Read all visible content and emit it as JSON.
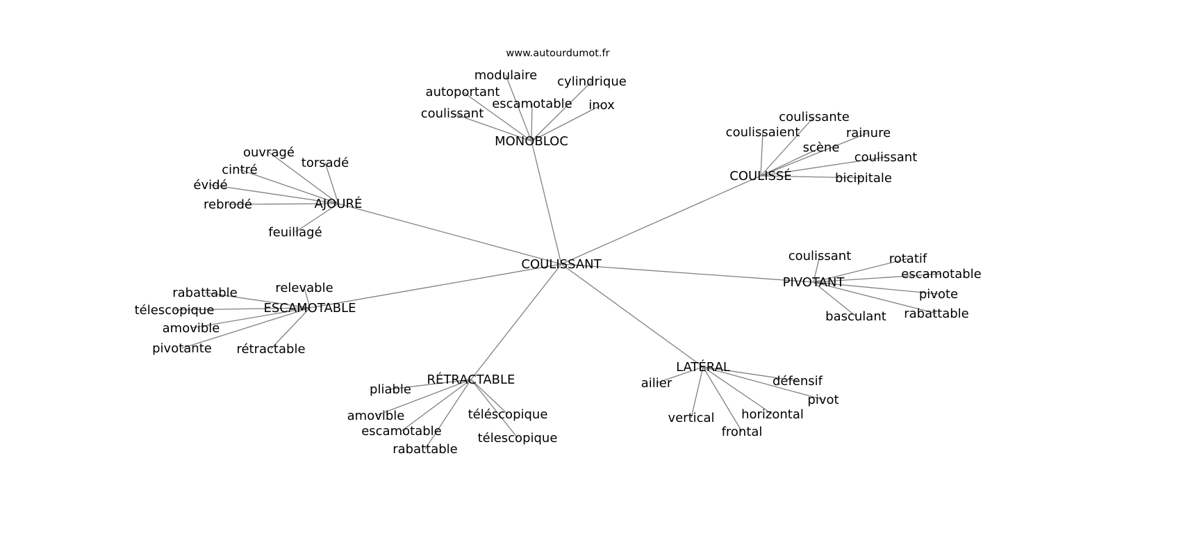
{
  "title": "www.autourdumot.fr",
  "colors": {
    "edge": "#808080",
    "text": "#000000",
    "background": "#ffffff"
  },
  "root": "COULISSANT",
  "groups": [
    {
      "label": "MONOBLOC",
      "children": [
        "coulissant",
        "autoportant",
        "modulaire",
        "cylindrique",
        "escamotable",
        "inox"
      ]
    },
    {
      "label": "COULISSÉ",
      "children": [
        "coulissaient",
        "coulissante",
        "rainure",
        "scène",
        "coulissant",
        "bicipitale"
      ]
    },
    {
      "label": "AJOURÉ",
      "children": [
        "ouvragé",
        "torsadé",
        "cintré",
        "évidé",
        "rebrodé",
        "feuillagé"
      ]
    },
    {
      "label": "PIVOTANT",
      "children": [
        "coulissant",
        "rotatif",
        "escamotable",
        "pivote",
        "basculant",
        "rabattable"
      ]
    },
    {
      "label": "ESCAMOTABLE",
      "children": [
        "relevable",
        "rabattable",
        "télescopique",
        "amovible",
        "pivotante",
        "rétractable"
      ]
    },
    {
      "label": "RÉTRACTABLE",
      "children": [
        "pliable",
        "amovible",
        "escamotable",
        "rabattable",
        "téléscopique",
        "télescopique"
      ]
    },
    {
      "label": "LATÉRAL",
      "children": [
        "ailier",
        "défensif",
        "pivot",
        "vertical",
        "horizontal",
        "frontal"
      ]
    }
  ]
}
